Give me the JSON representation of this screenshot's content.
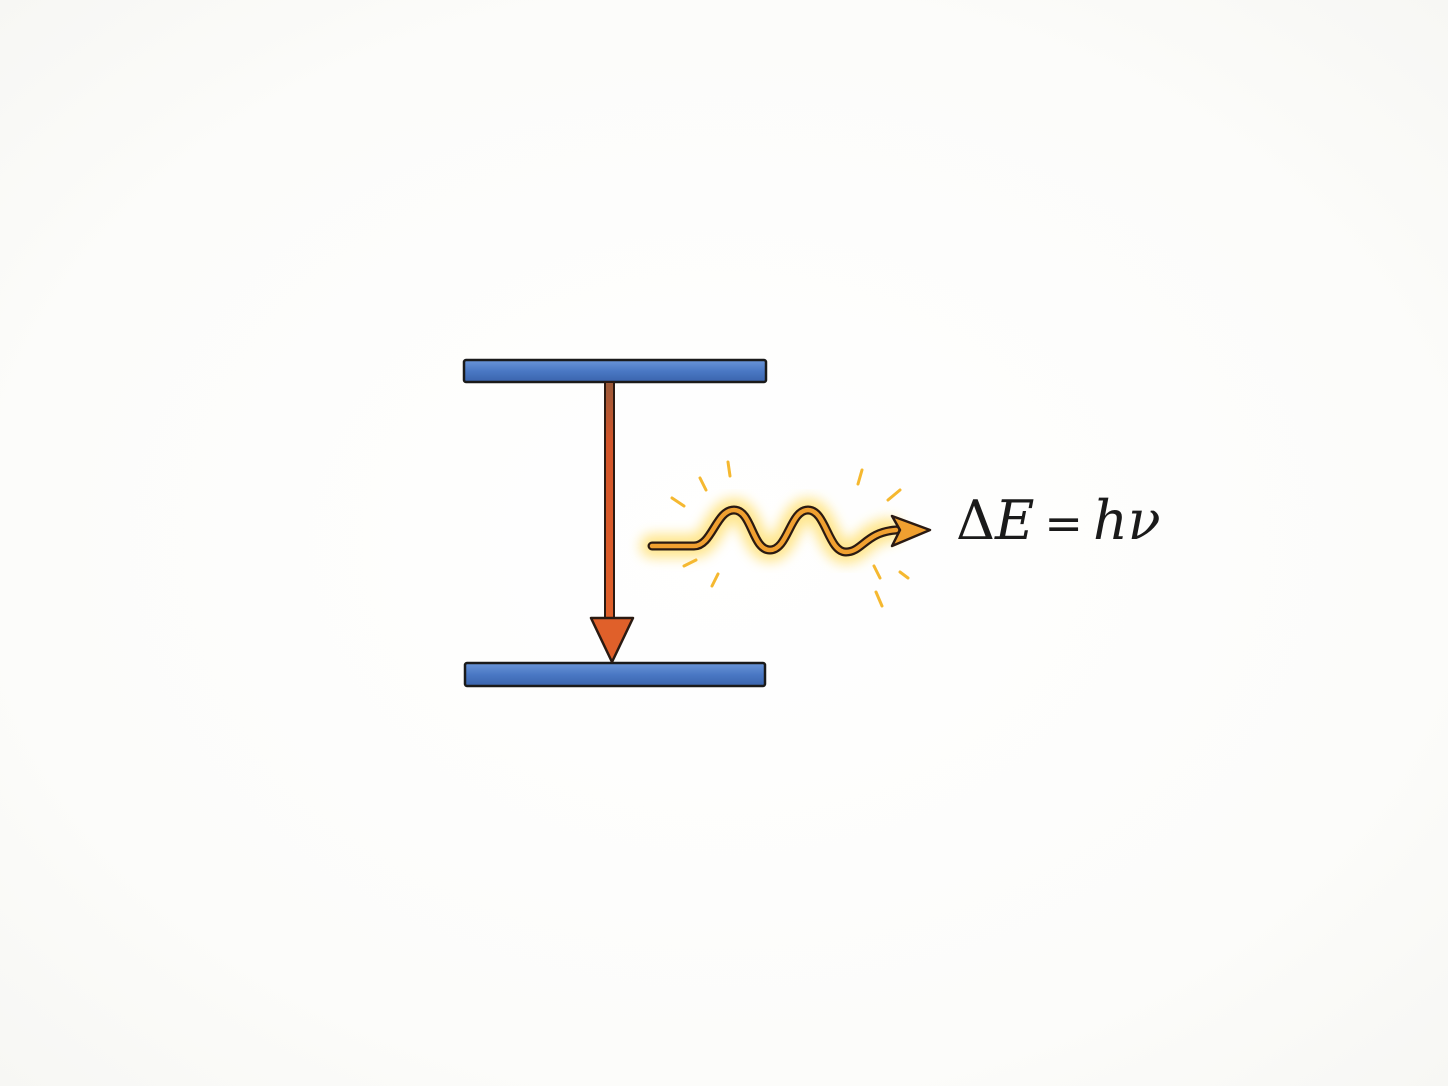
{
  "diagram": {
    "equation": {
      "delta": "Δ",
      "energy": "E",
      "equals": "=",
      "planck": "h",
      "frequency": "ν"
    }
  },
  "colors": {
    "energy_level": "#4a78c4",
    "transition_arrow": "#d2552a",
    "photon": "#f0a030",
    "glow": "#ffd966",
    "ink": "#1a1a1a"
  },
  "icons": {
    "upper_level": "energy-level-bar",
    "lower_level": "energy-level-bar",
    "transition": "down-arrow-icon",
    "photon": "wavy-arrow-icon"
  }
}
